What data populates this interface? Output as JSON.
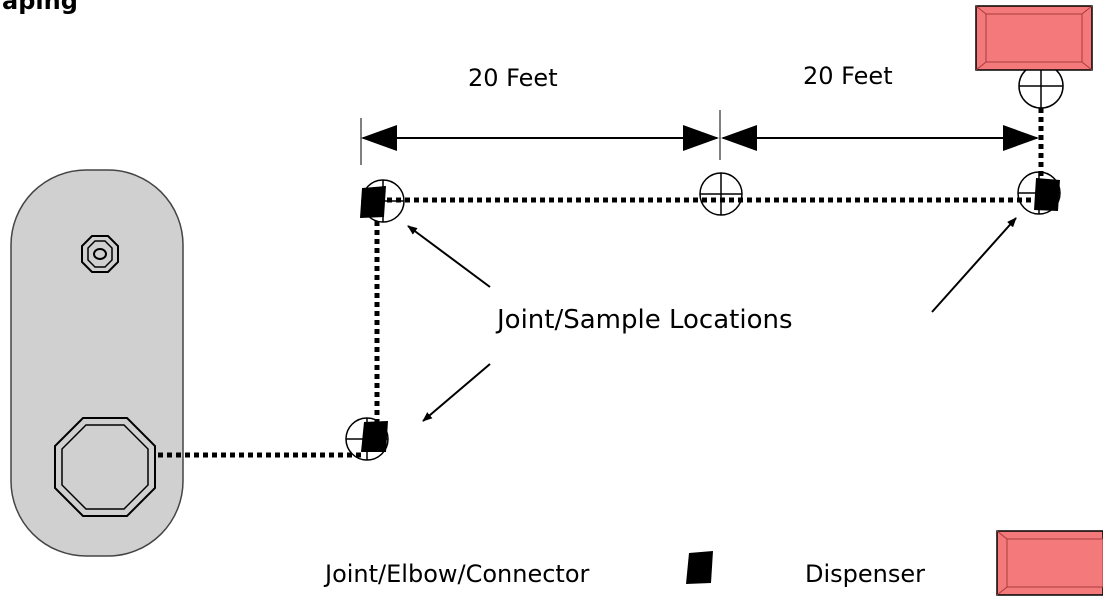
{
  "diagram": {
    "corner_fragment": "aping",
    "dimensions": [
      {
        "label": "20 Feet"
      },
      {
        "label": "20 Feet"
      }
    ],
    "callout_label": "Joint/Sample Locations",
    "legend": {
      "joint_label": "Joint/Elbow/Connector",
      "dispenser_label": "Dispenser"
    },
    "colors": {
      "tank_fill": "#d0d0d0",
      "dispenser_fill": "#f4797a",
      "dispenser_stroke": "#a83c3c",
      "line": "#000000"
    }
  }
}
